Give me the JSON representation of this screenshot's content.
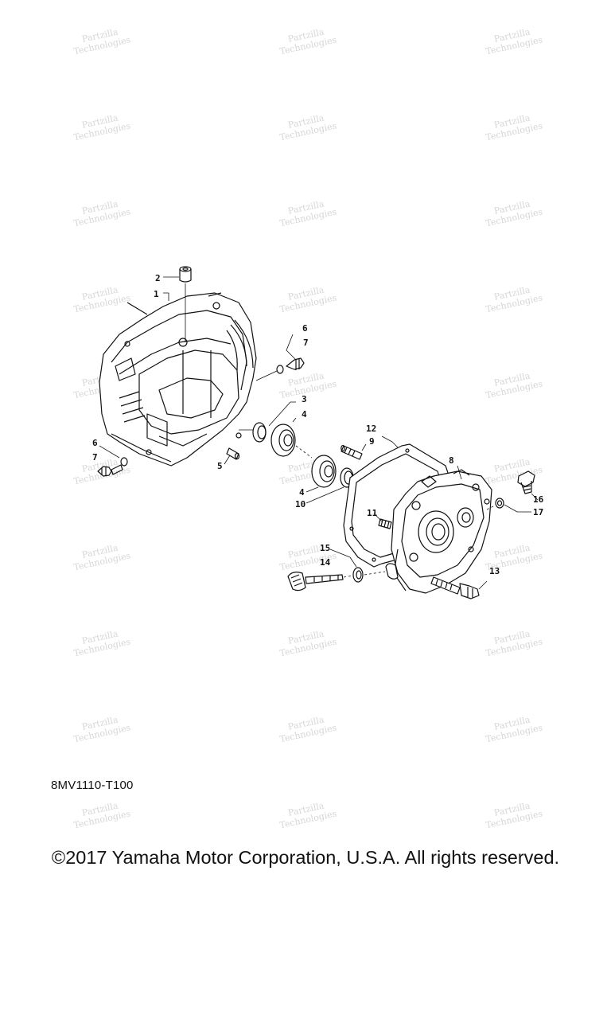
{
  "watermark": "Partzilla Technologies",
  "callouts": [
    "1",
    "2",
    "3",
    "4",
    "4",
    "5",
    "6",
    "6",
    "7",
    "7",
    "8",
    "9",
    "10",
    "11",
    "12",
    "13",
    "14",
    "15",
    "16",
    "17"
  ],
  "diagram_code": "8MV1110-T100",
  "copyright": "©2017 Yamaha Motor Corporation, U.S.A. All rights reserved."
}
